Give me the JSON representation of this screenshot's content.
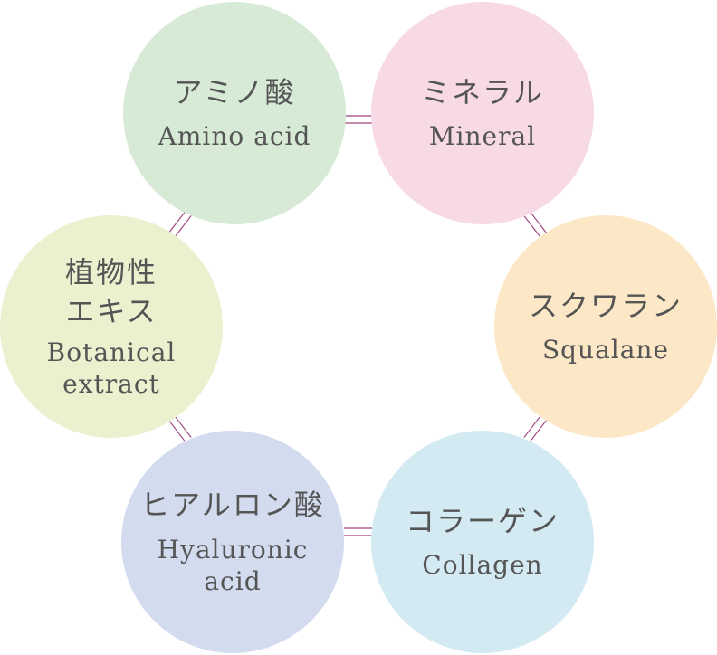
{
  "diagram": {
    "nodes": [
      {
        "id": "amino",
        "jp": "アミノ酸",
        "en": "Amino acid",
        "color": "#d7ead6"
      },
      {
        "id": "mineral",
        "jp": "ミネラル",
        "en": "Mineral",
        "color": "#f8dae6"
      },
      {
        "id": "squalane",
        "jp": "スクワラン",
        "en": "Squalane",
        "color": "#fce8c6"
      },
      {
        "id": "collagen",
        "jp": "コラーゲン",
        "en": "Collagen",
        "color": "#d3eaf2"
      },
      {
        "id": "hyaluronic",
        "jp": "ヒアルロン酸",
        "en": "Hyaluronic\nacid",
        "color": "#d3dcef"
      },
      {
        "id": "botanical",
        "jp": "植物性\nエキス",
        "en": "Botanical\nextract",
        "color": "#eaf1cf"
      }
    ],
    "connector_color": "#a0457e"
  }
}
